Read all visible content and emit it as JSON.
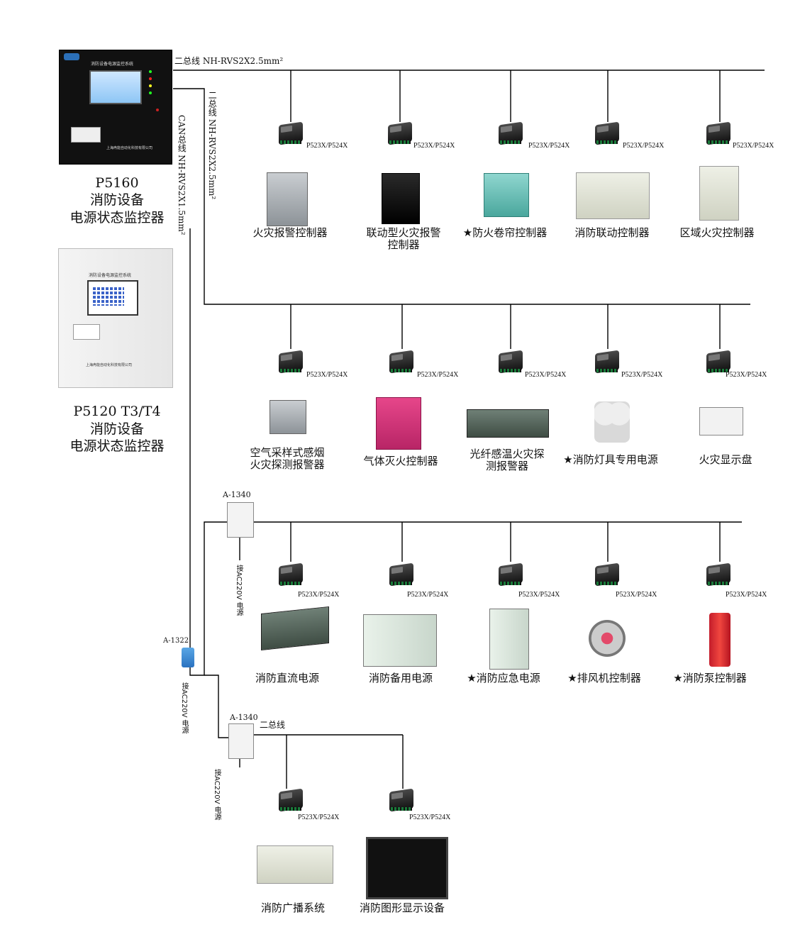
{
  "bus": {
    "two_bus_25": "二总线 NH-RVS2X2.5mm²",
    "two_bus_25_vertical": "二总线 NH-RVS2X2.5mm²",
    "can_bus": "CAN总线 NH-RVS2X1.5mm²",
    "two_bus_short": "二总线"
  },
  "monitors": [
    {
      "name": "P5160",
      "line1": "消防设备",
      "line2": "电源状态监控器"
    },
    {
      "name": "P5120 T3/T4",
      "line1": "消防设备",
      "line2": "电源状态监控器"
    }
  ],
  "panel_texts": {
    "p5160_title": "消防设备电源监控系统",
    "p5160_company": "上海冉能自动化科技有限公司",
    "p5120_title": "消防设备电源监控系统",
    "p5120_company": "上海冉能自动化科技有限公司"
  },
  "module_model": "P523X/P524X",
  "converters": {
    "a1340": "A-1340",
    "a1322": "A-1322",
    "ac220": "接AC220V 电源"
  },
  "rows": [
    {
      "devices": [
        "火灾报警控制器",
        "联动型火灾报警\n控制器",
        "★防火卷帘控制器",
        "消防联动控制器",
        "区域火灾控制器"
      ]
    },
    {
      "devices": [
        "空气采样式感烟\n火灾探测报警器",
        "气体灭火控制器",
        "光纤感温火灾探\n测报警器",
        "★消防灯具专用电源",
        "火灾显示盘"
      ]
    },
    {
      "devices": [
        "消防直流电源",
        "消防备用电源",
        "★消防应急电源",
        "★排风机控制器",
        "★消防泵控制器"
      ]
    },
    {
      "devices": [
        "消防广播系统",
        "消防图形显示设备"
      ]
    }
  ]
}
